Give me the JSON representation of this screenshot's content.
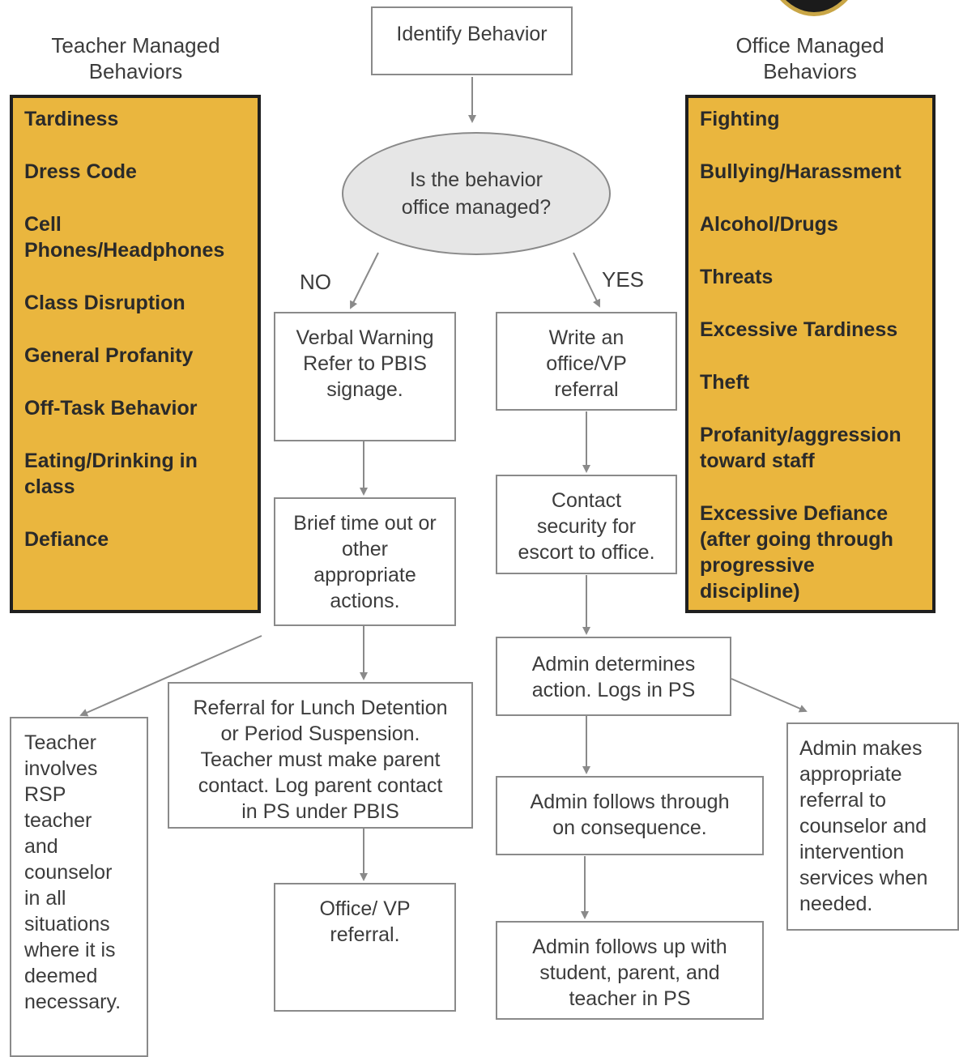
{
  "headings": {
    "teacher": "Teacher Managed\nBehaviors",
    "office": "Office  Managed\nBehaviors"
  },
  "start": {
    "text": "Identify Behavior"
  },
  "decision": {
    "text": "Is the behavior\noffice managed?"
  },
  "branch_labels": {
    "no": "NO",
    "yes": "YES"
  },
  "teacher_list": [
    "Tardiness",
    "Dress Code",
    "Cell\nPhones/Headphones",
    "Class Disruption",
    "General Profanity",
    "Off-Task Behavior",
    "Eating/Drinking in\nclass",
    "Defiance"
  ],
  "office_list": [
    "Fighting",
    "Bullying/Harassment",
    "Alcohol/Drugs",
    "Threats",
    "Excessive Tardiness",
    "Theft",
    "Profanity/aggression\ntoward staff",
    "Excessive Defiance\n(after going through\nprogressive\ndiscipline)"
  ],
  "steps": {
    "verbal_warning": "Verbal Warning\nRefer to PBIS\nsignage.",
    "time_out": "Brief time out or\nother\nappropriate\nactions.",
    "lunch_detention": "Referral for Lunch Detention\nor Period Suspension.\nTeacher must make parent\ncontact. Log parent contact\nin PS under PBIS",
    "office_vp_referral": "Office/ VP\nreferral.",
    "teacher_involves": "Teacher\ninvolves\nRSP\nteacher\nand\ncounselor\nin all\nsituations\nwhere it is\ndeemed\nnecessary.",
    "write_referral": "Write an\noffice/VP\nreferral",
    "contact_security": "Contact\nsecurity for\nescort to office.",
    "admin_determines": "Admin determines\naction. Logs in PS",
    "admin_follows_through": "Admin follows through\non consequence.",
    "admin_follows_up": "Admin follows up with\nstudent, parent, and\nteacher in PS",
    "admin_referral": "Admin makes\nappropriate\nreferral to\ncounselor and\nintervention\nservices when\nneeded."
  },
  "colors": {
    "list_fill": "#eab63e",
    "list_border": "#1f1f1f",
    "box_border": "#8a8a8a",
    "decision_fill": "#e6e6e6",
    "arrow": "#8a8a8a"
  }
}
